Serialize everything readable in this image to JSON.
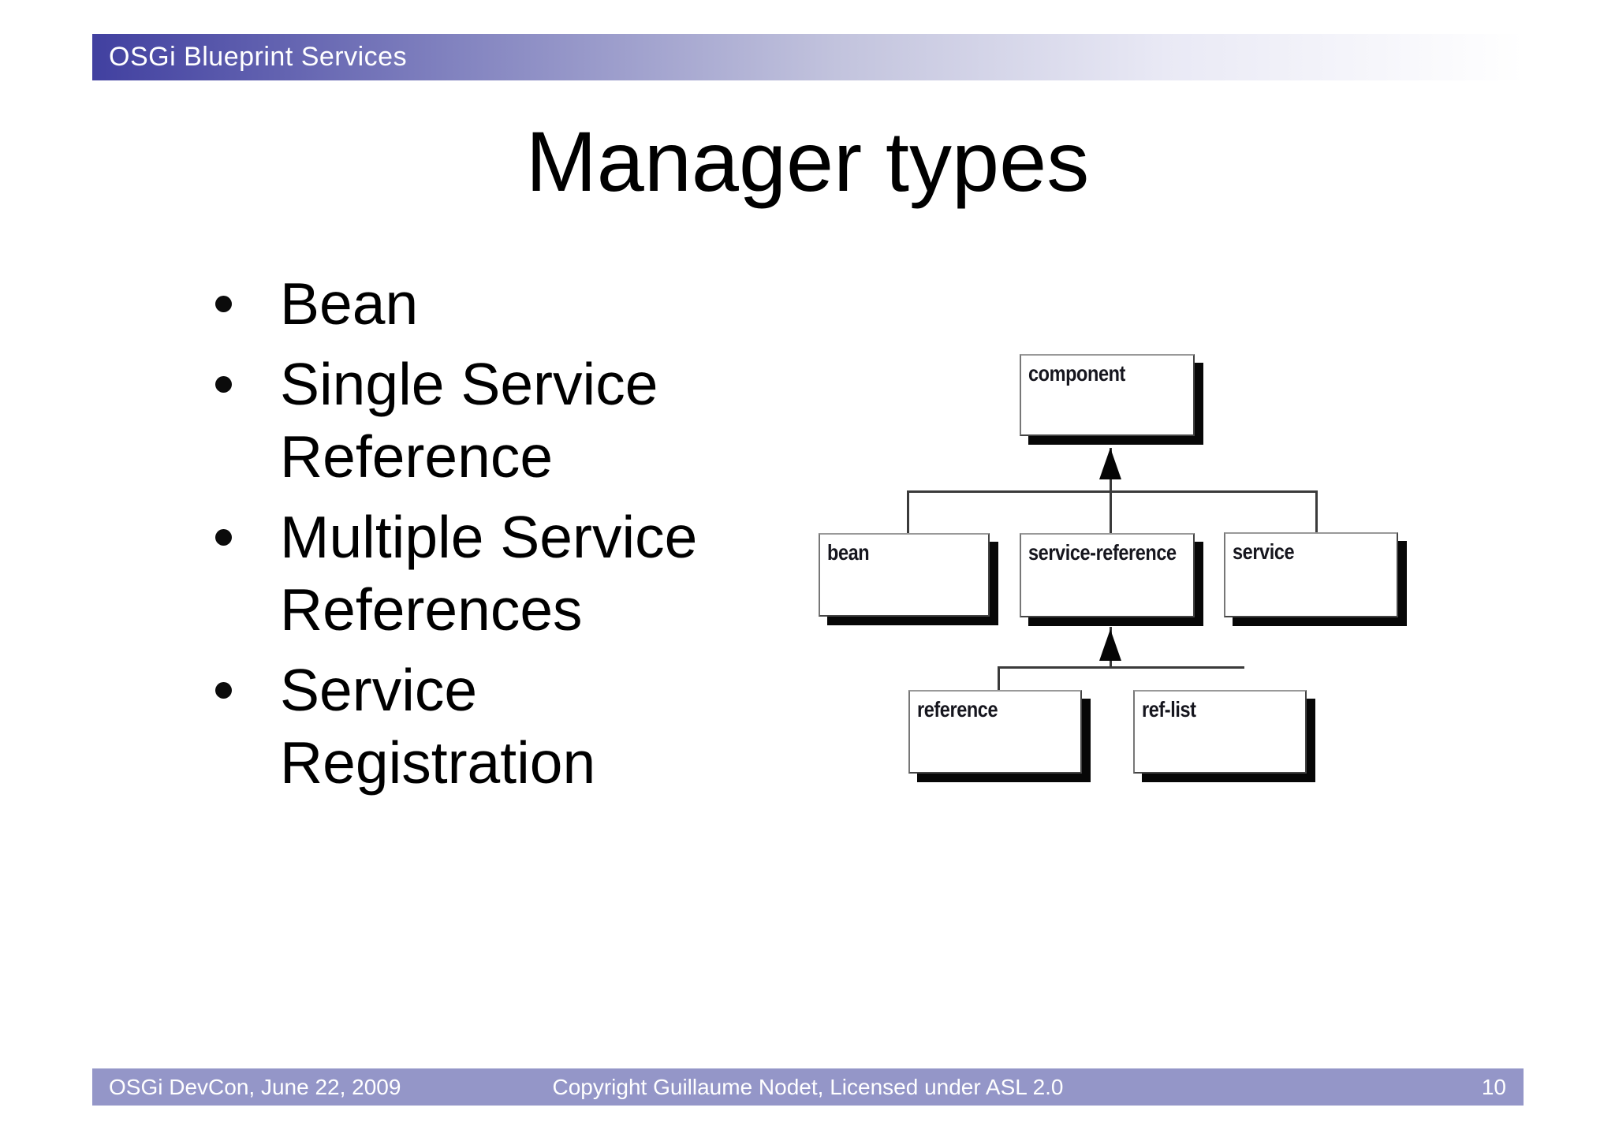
{
  "header": {
    "title": "OSGi Blueprint Services"
  },
  "slide": {
    "title": "Manager types"
  },
  "bullets": {
    "items": [
      {
        "label": "Bean"
      },
      {
        "label": "Single Service\nReference"
      },
      {
        "label": "Multiple Service\nReferences"
      },
      {
        "label": "Service\nRegistration"
      }
    ]
  },
  "diagram": {
    "type": "hierarchy",
    "boxes": [
      {
        "id": "component",
        "label": "component"
      },
      {
        "id": "bean",
        "label": "bean"
      },
      {
        "id": "service-reference",
        "label": "service-reference"
      },
      {
        "id": "service",
        "label": "service"
      },
      {
        "id": "reference",
        "label": "reference"
      },
      {
        "id": "ref-list",
        "label": "ref-list"
      }
    ],
    "edges": [
      {
        "from": "bean",
        "to": "component"
      },
      {
        "from": "service-reference",
        "to": "component"
      },
      {
        "from": "service",
        "to": "component"
      },
      {
        "from": "reference",
        "to": "service-reference"
      },
      {
        "from": "ref-list",
        "to": "service-reference"
      }
    ]
  },
  "footer": {
    "left": "OSGi DevCon, June 22, 2009",
    "center": "Copyright Guillaume Nodet, Licensed under ASL 2.0",
    "page": "10"
  },
  "colors": {
    "header_gradient_start": "#4140a0",
    "header_gradient_end": "#ffffff",
    "footer_bar": "#9496c8",
    "box_shadow": "#070707",
    "connector_line": "#3a3a3a",
    "text": "#000000"
  }
}
